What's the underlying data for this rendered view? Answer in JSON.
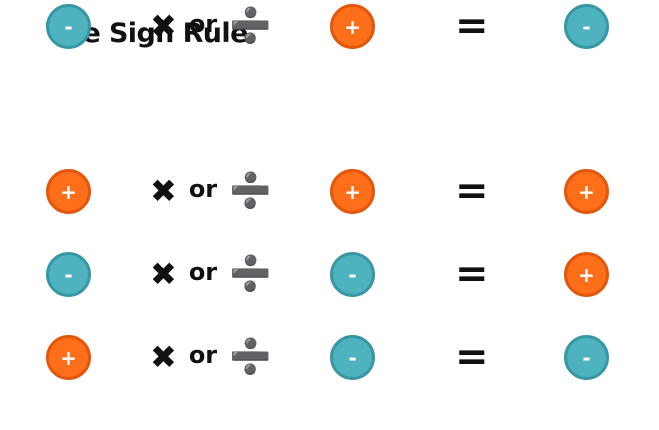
{
  "title": "The Sign Rule",
  "operators": {
    "times": "✖",
    "or": "or",
    "divide": "➗",
    "equals": "="
  },
  "glyphs": {
    "positive": "+",
    "negative": "-"
  },
  "colors": {
    "positive": "#ff6f1a",
    "negative": "#4fb3bf",
    "text": "#111111"
  },
  "rules": [
    {
      "a": "positive",
      "b": "positive",
      "result": "positive"
    },
    {
      "a": "negative",
      "b": "negative",
      "result": "positive"
    },
    {
      "a": "positive",
      "b": "negative",
      "result": "negative"
    },
    {
      "a": "negative",
      "b": "positive",
      "result": "negative"
    }
  ]
}
